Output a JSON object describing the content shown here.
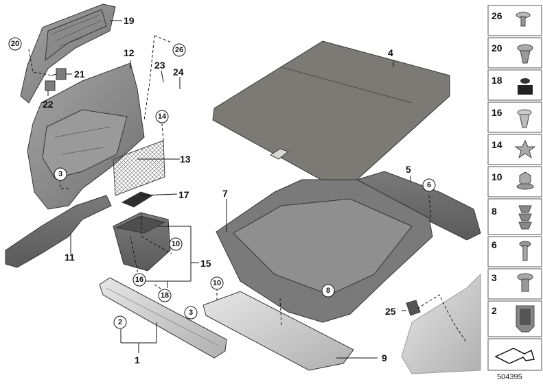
{
  "labels": {
    "l1": "1",
    "l2": "2",
    "l3a": "3",
    "l3b": "3",
    "l4": "4",
    "l5": "5",
    "l6": "6",
    "l7": "7",
    "l8": "8",
    "l9": "9",
    "l10a": "10",
    "l10b": "10",
    "l11": "11",
    "l12": "12",
    "l13": "13",
    "l14": "14",
    "l15": "15",
    "l16": "16",
    "l17": "17",
    "l18": "18",
    "l19": "19",
    "l20": "20",
    "l21": "21",
    "l22": "22",
    "l23": "23",
    "l24": "24",
    "l25": "25",
    "l26": "26"
  },
  "side_panel": [
    "26",
    "20",
    "18",
    "16",
    "14",
    "10",
    "8",
    "6",
    "3",
    "2"
  ],
  "reference_number": "504395",
  "colors": {
    "part_dark": "#6b6b6b",
    "part_mid": "#8c8c8c",
    "part_light": "#b9b9b9",
    "outline": "#333333"
  }
}
